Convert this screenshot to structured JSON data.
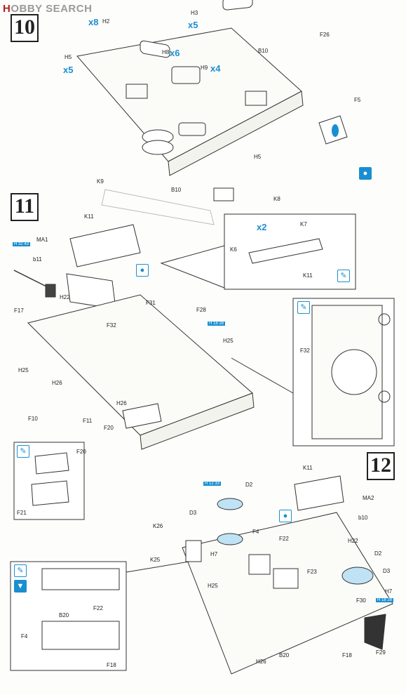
{
  "watermark": {
    "prefix": "H",
    "rest": "OBBY SEARCH"
  },
  "steps": [
    "10",
    "11",
    "12"
  ],
  "labels": {
    "s10": [
      "H3",
      "H2",
      "H5",
      "H8",
      "H9",
      "F26",
      "B10",
      "F5",
      "H5",
      "K9",
      "B10",
      "K8"
    ],
    "s11": [
      "K11",
      "MA1",
      "b11",
      "K7",
      "K6",
      "K11",
      "H22",
      "F17",
      "F31",
      "F28",
      "F32",
      "H25",
      "H25",
      "H26",
      "F10",
      "F11",
      "H26",
      "F20",
      "F32",
      "F20",
      "F21"
    ],
    "s12": [
      "K11",
      "MA2",
      "D2",
      "D3",
      "b10",
      "K26",
      "H7",
      "F4",
      "F22",
      "H22",
      "K25",
      "D2",
      "F23",
      "D3",
      "H7",
      "H25",
      "F30",
      "F4",
      "B20",
      "F22",
      "F29",
      "H26",
      "B20",
      "F18",
      "F18"
    ]
  },
  "quantities": [
    "x8",
    "x5",
    "x6",
    "x4",
    "x5",
    "x2"
  ],
  "paint_refs": [
    "H 32  43",
    "H 18  28",
    "H 12  33",
    "H 18  28"
  ],
  "icons": [
    "paint-drop",
    "paint-drop",
    "brush",
    "brush",
    "brush",
    "paint-drop",
    "brush",
    "glue"
  ],
  "colors": {
    "accent": "#1a8fd0",
    "line": "#333333",
    "watermark_red": "#b02020"
  }
}
